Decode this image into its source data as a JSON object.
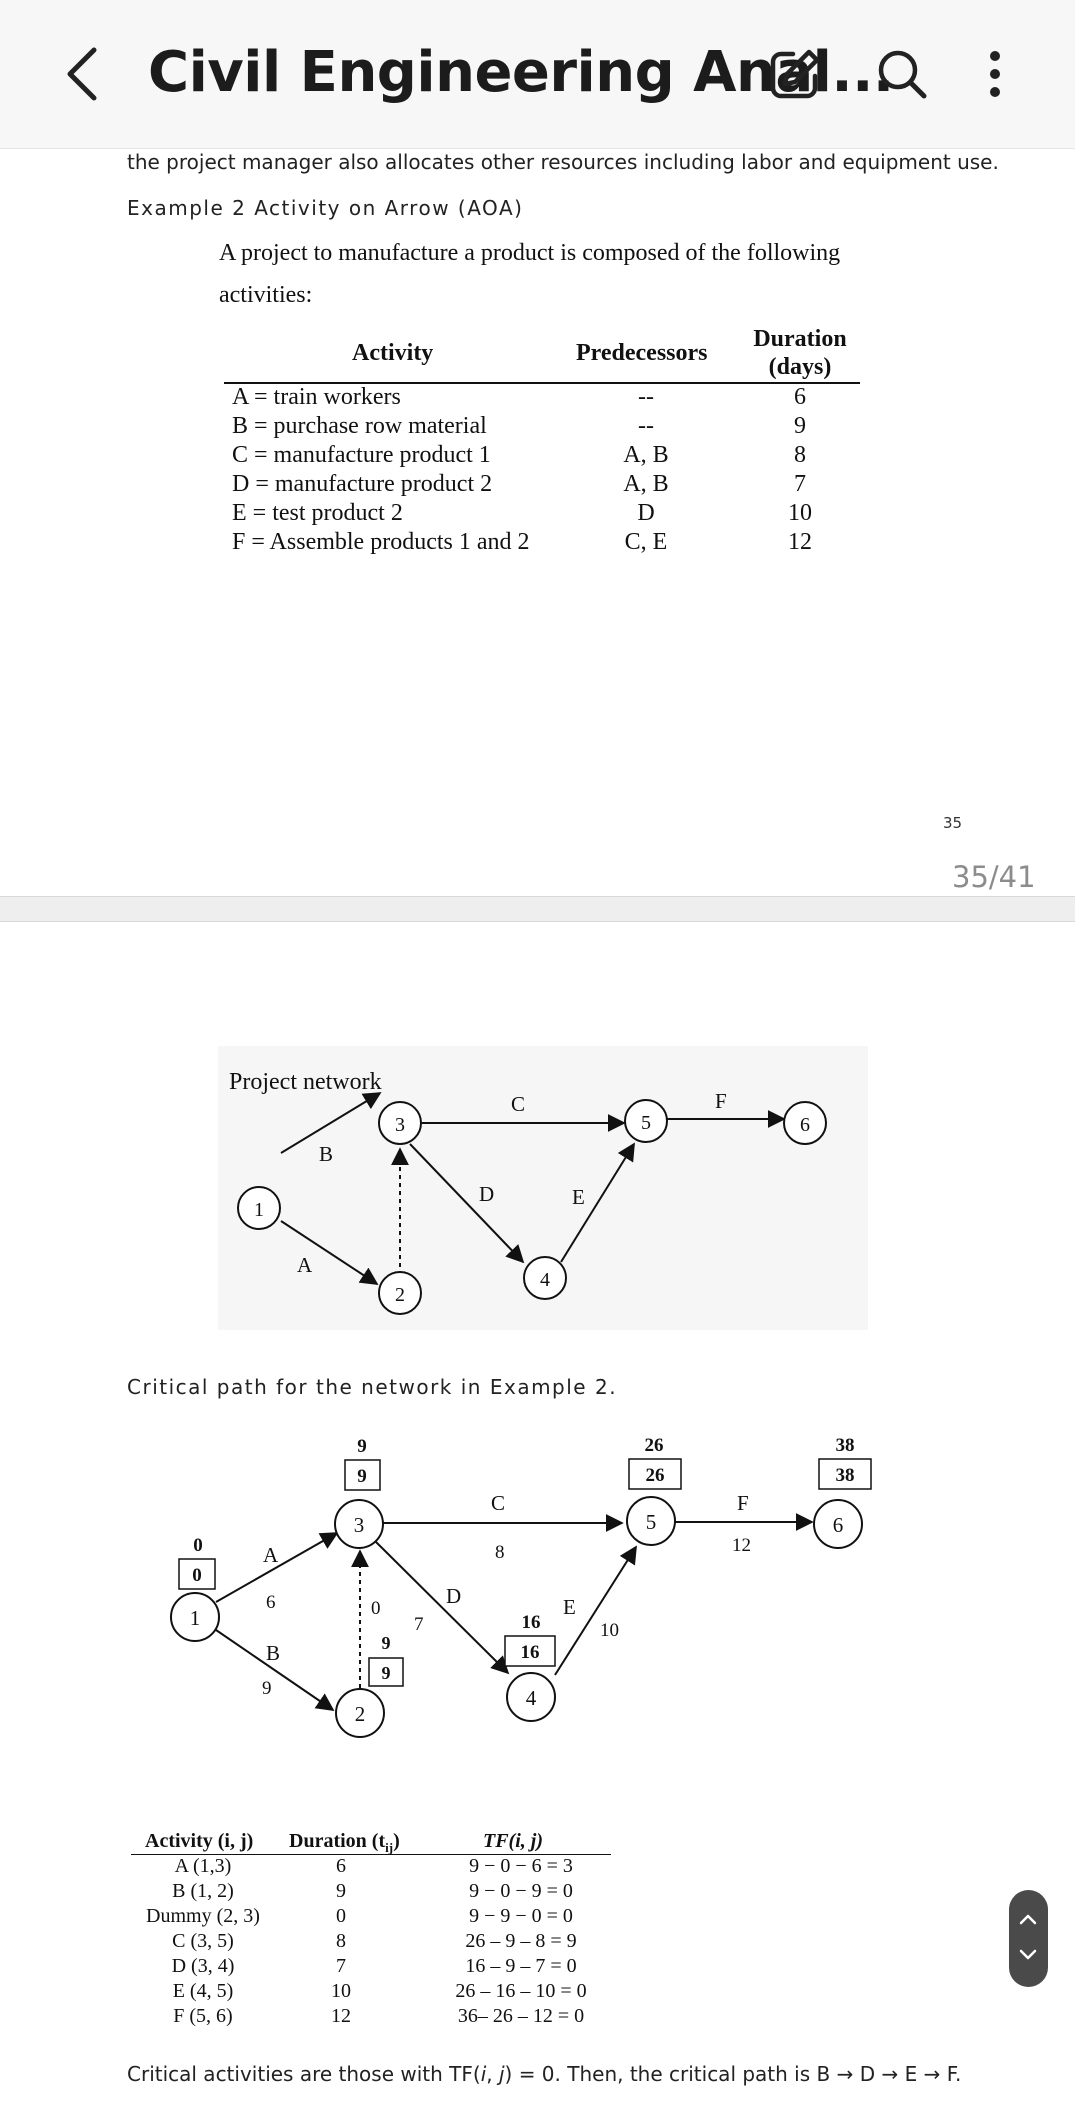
{
  "app": {
    "title": "Civil Engineering Anal..."
  },
  "toolbar": {
    "back_icon": "chevron-left-icon",
    "edit_icon": "edit-icon",
    "search_icon": "search-icon",
    "more_icon": "more-vertical-icon"
  },
  "page35": {
    "intro_line": "the project manager also allocates other resources including labor and equipment use.",
    "example_heading": "Example 2 Activity on Arrow (AOA)",
    "problem_line1": "A project to manufacture a product is composed of the following",
    "problem_line2": "activities:",
    "table": {
      "headers": {
        "activity": "Activity",
        "predecessors": "Predecessors",
        "duration_1": "Duration",
        "duration_2": "(days)"
      },
      "rows": [
        {
          "activity": "A = train workers",
          "pred": "--",
          "dur": "6"
        },
        {
          "activity": "B = purchase row material",
          "pred": "--",
          "dur": "9"
        },
        {
          "activity": "C = manufacture product 1",
          "pred": "A, B",
          "dur": "8"
        },
        {
          "activity": "D = manufacture product 2",
          "pred": "A, B",
          "dur": "7"
        },
        {
          "activity": "E = test product 2",
          "pred": "D",
          "dur": "10"
        },
        {
          "activity": "F = Assemble products 1 and 2",
          "pred": "C, E",
          "dur": "12"
        }
      ]
    },
    "page_number": "35",
    "page_counter": "35/41"
  },
  "page36": {
    "network_title": "Project network",
    "network": {
      "nodes": [
        "1",
        "2",
        "3",
        "4",
        "5",
        "6"
      ],
      "labels": {
        "A": "A",
        "B": "B",
        "C": "C",
        "D": "D",
        "E": "E",
        "F": "F"
      }
    },
    "critical_caption": "Critical path for the network in Example 2.",
    "cpm": {
      "nodes": [
        "1",
        "2",
        "3",
        "4",
        "5",
        "6"
      ],
      "times": {
        "n1_top": "0",
        "n1_box": "0",
        "n3_top": "9",
        "n3_box": "9",
        "n2_top": "9",
        "n2_box": "9",
        "n4_top": "16",
        "n4_box": "16",
        "n5_top": "26",
        "n5_box": "26",
        "n6_top": "38",
        "n6_box": "38"
      },
      "activities": {
        "A": "A",
        "A_dur": "6",
        "B": "B",
        "B_dur": "9",
        "C": "C",
        "C_dur": "8",
        "D": "D",
        "D_dur": "7",
        "E": "E",
        "E_dur": "10",
        "F": "F",
        "F_dur": "12",
        "dummy_dur": "0"
      }
    },
    "tf_table": {
      "headers": {
        "activity": "Activity (i, j)",
        "duration": "Duration (t",
        "duration_sub": "ij",
        "duration_end": ")",
        "tf": "TF(i, j)"
      },
      "rows": [
        {
          "act": "A (1,3)",
          "dur": "6",
          "tf": "9 − 0 − 6 = 3"
        },
        {
          "act": "B (1, 2)",
          "dur": "9",
          "tf": "9 − 0 − 9 = 0"
        },
        {
          "act": "Dummy (2, 3)",
          "dur": "0",
          "tf": "9 − 9 − 0 = 0"
        },
        {
          "act": "C  (3, 5)",
          "dur": "8",
          "tf": "26 – 9 – 8 = 9"
        },
        {
          "act": "D (3, 4)",
          "dur": "7",
          "tf": "16 – 9 – 7 = 0"
        },
        {
          "act": "E (4, 5)",
          "dur": "10",
          "tf": "26 – 16 – 10 = 0"
        },
        {
          "act": "F (5, 6)",
          "dur": "12",
          "tf": "36– 26 – 12 = 0"
        }
      ]
    },
    "conclusion_a": "Critical activities are those with TF(",
    "conclusion_i": "i",
    "conclusion_b": ", ",
    "conclusion_j": "j",
    "conclusion_c": ") = 0. Then, the critical path is B → D → E → F."
  },
  "nav": {
    "up_icon": "chevron-up-icon",
    "down_icon": "chevron-down-icon"
  }
}
